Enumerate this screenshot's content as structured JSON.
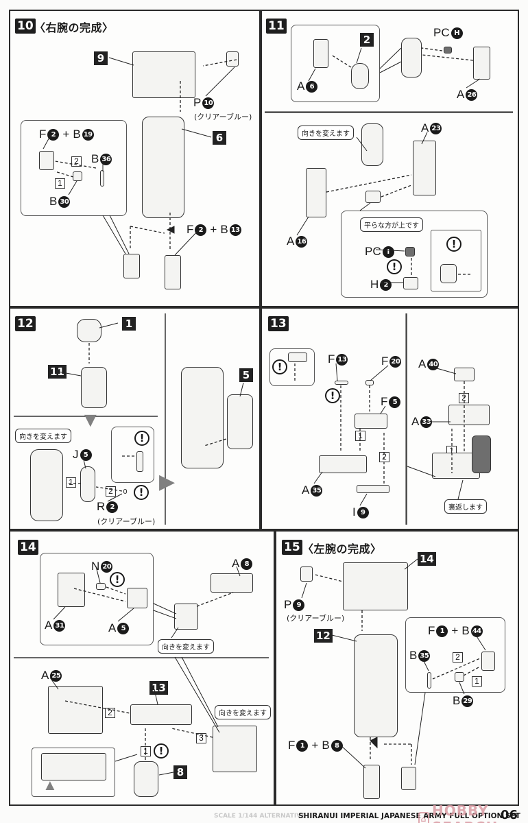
{
  "page": {
    "footer_faded": "SCALE 1/144 ALTERNATIVE",
    "footer_title": "SHIRANUI IMPERIAL JAPANESE ARMY FULL OPTION SET",
    "page_number": "06",
    "watermark": "HOBBY SEARCH"
  },
  "steps": {
    "s10": {
      "number": "10",
      "title": "〈右腕の完成〉",
      "sub_9": "9",
      "sub_6": "6",
      "part_p": {
        "letter": "P",
        "num": "10"
      },
      "clear_blue": "(クリアーブルー)",
      "inset_label": {
        "l1": "F",
        "n1": "2",
        "plus": "+",
        "l2": "B",
        "n2": "19"
      },
      "part_b36": {
        "letter": "B",
        "num": "36"
      },
      "part_b30": {
        "letter": "B",
        "num": "30"
      },
      "seq1": "1",
      "seq2": "2",
      "hand_label": {
        "l1": "F",
        "n1": "2",
        "plus": "+",
        "l2": "B",
        "n2": "13"
      }
    },
    "s11": {
      "number": "11",
      "sub_2": "2",
      "part_a6": {
        "letter": "A",
        "num": "6"
      },
      "part_pch": {
        "letter": "PC",
        "num": "H"
      },
      "part_a26": {
        "letter": "A",
        "num": "26"
      },
      "turn_note": "向きを変えます",
      "part_a23": {
        "letter": "A",
        "num": "23"
      },
      "part_a16": {
        "letter": "A",
        "num": "16"
      },
      "flat_note": "平らな方が上です",
      "part_pci": {
        "letter": "PC",
        "num": "I"
      },
      "part_h2": {
        "letter": "H",
        "num": "2"
      },
      "warn": "!"
    },
    "s12": {
      "number": "12",
      "sub_1": "1",
      "sub_11": "11",
      "sub_5": "5",
      "turn_note": "向きを変えます",
      "part_j5": {
        "letter": "J",
        "num": "5"
      },
      "part_r2": {
        "letter": "R",
        "num": "2"
      },
      "clear_blue": "(クリアーブルー)",
      "seq1": "1",
      "seq2": "2",
      "warn": "!"
    },
    "s13": {
      "number": "13",
      "part_f13": {
        "letter": "F",
        "num": "13"
      },
      "part_f20": {
        "letter": "F",
        "num": "20"
      },
      "part_f5": {
        "letter": "F",
        "num": "5"
      },
      "part_a35": {
        "letter": "A",
        "num": "35"
      },
      "part_i9": {
        "letter": "I",
        "num": "9"
      },
      "part_a40": {
        "letter": "A",
        "num": "40"
      },
      "part_a33": {
        "letter": "A",
        "num": "33"
      },
      "flip_note": "裏返します",
      "seq1": "1",
      "seq2": "2",
      "warn": "!"
    },
    "s14": {
      "number": "14",
      "part_n20": {
        "letter": "N",
        "num": "20"
      },
      "part_a31": {
        "letter": "A",
        "num": "31"
      },
      "part_a5": {
        "letter": "A",
        "num": "5"
      },
      "part_a8": {
        "letter": "A",
        "num": "8"
      },
      "turn_note": "向きを変えます",
      "part_a25": {
        "letter": "A",
        "num": "25"
      },
      "sub_13": "13",
      "sub_8": "8",
      "turn_note2": "向きを変えます",
      "seq1": "1",
      "seq2": "2",
      "seq3": "3",
      "warn": "!"
    },
    "s15": {
      "number": "15",
      "title": "〈左腕の完成〉",
      "sub_14": "14",
      "sub_12": "12",
      "part_p": {
        "letter": "P",
        "num": "9"
      },
      "clear_blue": "(クリアーブルー)",
      "inset_label": {
        "l1": "F",
        "n1": "1",
        "plus": "+",
        "l2": "B",
        "n2": "44"
      },
      "part_b35": {
        "letter": "B",
        "num": "35"
      },
      "part_b29": {
        "letter": "B",
        "num": "29"
      },
      "seq1": "1",
      "seq2": "2",
      "hand_label": {
        "l1": "F",
        "n1": "1",
        "plus": "+",
        "l2": "B",
        "n2": "8"
      }
    }
  }
}
